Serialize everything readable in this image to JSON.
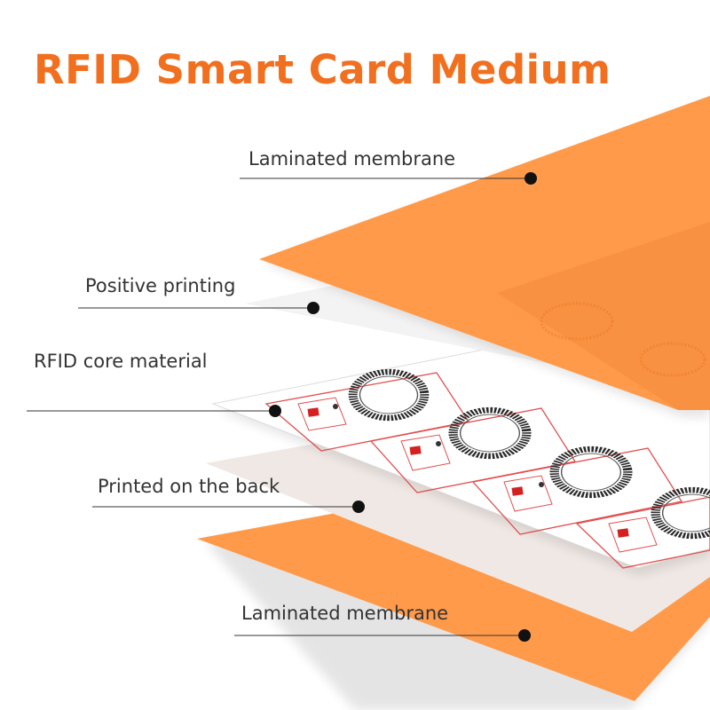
{
  "title": "RFID Smart Card Medium",
  "layers": [
    {
      "label": "Laminated membrane"
    },
    {
      "label": "Positive printing"
    },
    {
      "label": "RFID core material"
    },
    {
      "label": "Printed on the back"
    },
    {
      "label": "Laminated membrane"
    }
  ],
  "colors": {
    "accent": "#f07020",
    "membrane": "#ff9a4a",
    "membrane_shadow": "#f08a38",
    "printing_sheet": "#f2f2f2",
    "core_sheet": "#ffffff",
    "back_sheet": "#efe8e4",
    "antenna_outline": "#e04848",
    "chip": "#d42020",
    "coil": "#333333",
    "leader": "#333333"
  }
}
